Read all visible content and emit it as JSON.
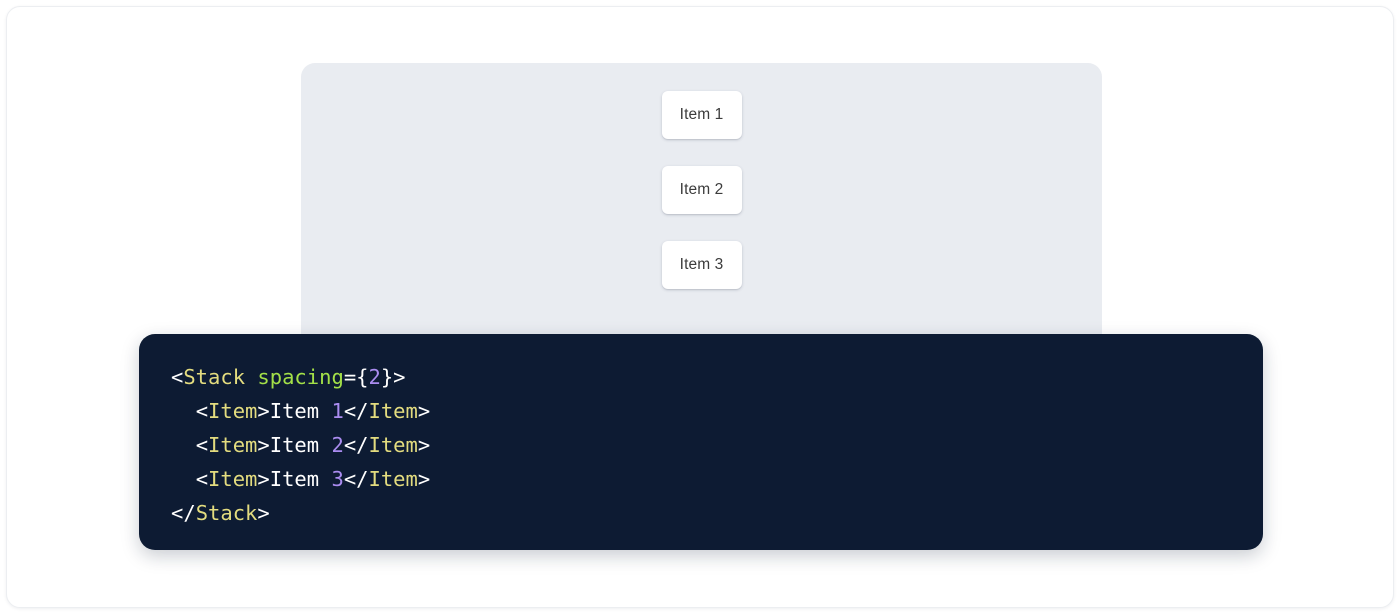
{
  "preview": {
    "panel_background": "#e9ecf1",
    "items": [
      {
        "label": "Item 1"
      },
      {
        "label": "Item 2"
      },
      {
        "label": "Item 3"
      }
    ]
  },
  "code": {
    "background": "#0d1b33",
    "language": "jsx",
    "colors": {
      "punctuation": "#ffffff",
      "tag": "#e3dc7f",
      "attribute": "#a3e048",
      "number": "#aa8cf0",
      "text": "#ffffff"
    },
    "lines": [
      {
        "indent": "",
        "tokens": [
          {
            "t": "<",
            "k": "punct"
          },
          {
            "t": "Stack",
            "k": "tag"
          },
          {
            "t": " ",
            "k": "punct"
          },
          {
            "t": "spacing",
            "k": "attr"
          },
          {
            "t": "={",
            "k": "punct"
          },
          {
            "t": "2",
            "k": "num"
          },
          {
            "t": "}>",
            "k": "punct"
          }
        ]
      },
      {
        "indent": "  ",
        "tokens": [
          {
            "t": "<",
            "k": "punct"
          },
          {
            "t": "Item",
            "k": "tag"
          },
          {
            "t": ">",
            "k": "punct"
          },
          {
            "t": "Item ",
            "k": "text"
          },
          {
            "t": "1",
            "k": "num"
          },
          {
            "t": "</",
            "k": "punct"
          },
          {
            "t": "Item",
            "k": "tag"
          },
          {
            "t": ">",
            "k": "punct"
          }
        ]
      },
      {
        "indent": "  ",
        "tokens": [
          {
            "t": "<",
            "k": "punct"
          },
          {
            "t": "Item",
            "k": "tag"
          },
          {
            "t": ">",
            "k": "punct"
          },
          {
            "t": "Item ",
            "k": "text"
          },
          {
            "t": "2",
            "k": "num"
          },
          {
            "t": "</",
            "k": "punct"
          },
          {
            "t": "Item",
            "k": "tag"
          },
          {
            "t": ">",
            "k": "punct"
          }
        ]
      },
      {
        "indent": "  ",
        "tokens": [
          {
            "t": "<",
            "k": "punct"
          },
          {
            "t": "Item",
            "k": "tag"
          },
          {
            "t": ">",
            "k": "punct"
          },
          {
            "t": "Item ",
            "k": "text"
          },
          {
            "t": "3",
            "k": "num"
          },
          {
            "t": "</",
            "k": "punct"
          },
          {
            "t": "Item",
            "k": "tag"
          },
          {
            "t": ">",
            "k": "punct"
          }
        ]
      },
      {
        "indent": "",
        "tokens": [
          {
            "t": "</",
            "k": "punct"
          },
          {
            "t": "Stack",
            "k": "tag"
          },
          {
            "t": ">",
            "k": "punct"
          }
        ]
      }
    ],
    "plain_text": "<Stack spacing={2}>\n  <Item>Item 1</Item>\n  <Item>Item 2</Item>\n  <Item>Item 3</Item>\n</Stack>"
  }
}
